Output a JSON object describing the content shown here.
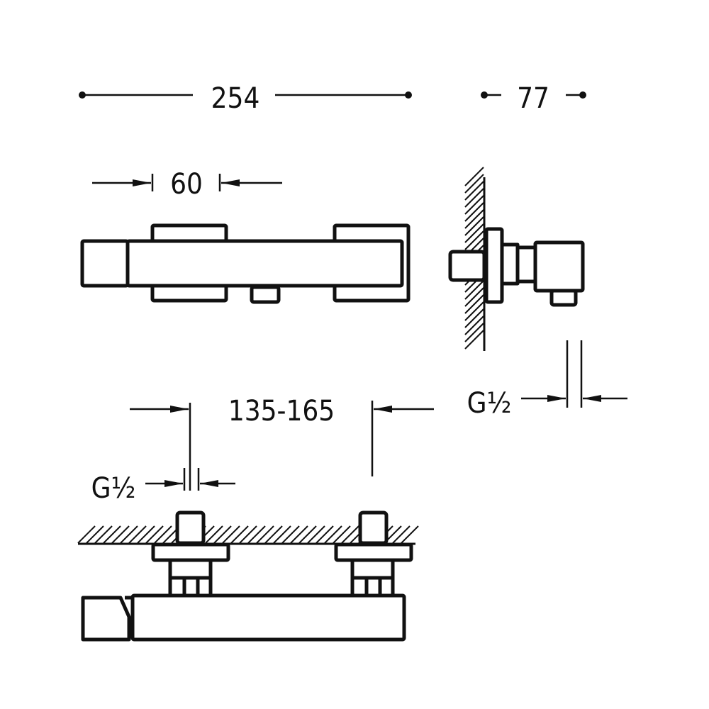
{
  "title": "Thermostatic shower mixer dimension drawing",
  "dimensions": {
    "overall_width": "254",
    "depth": "77",
    "handle_block_width": "60",
    "center_distance": "135-165",
    "thread_bottom": "G½",
    "thread_side": "G½"
  },
  "colors": {
    "line": "#111111",
    "background": "#ffffff"
  }
}
